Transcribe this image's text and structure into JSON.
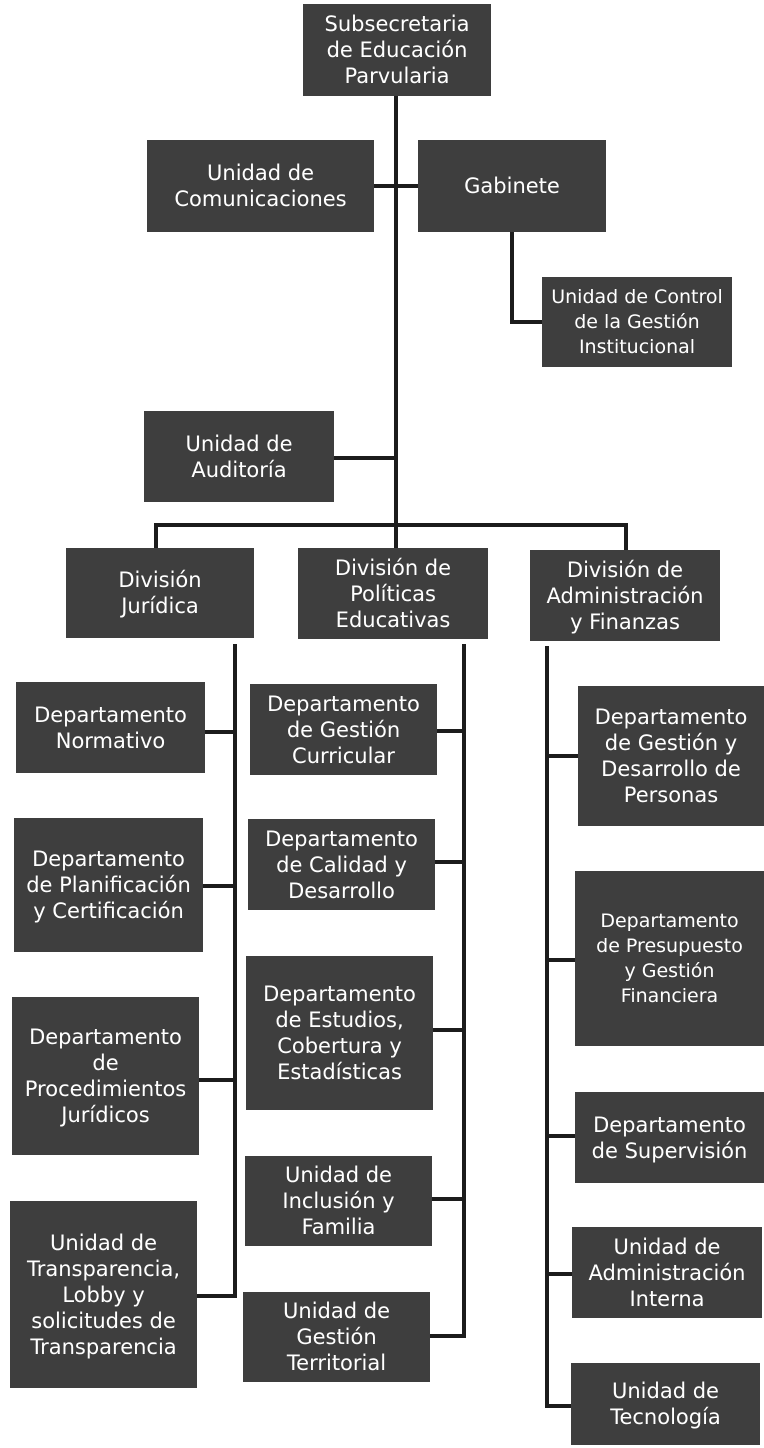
{
  "org_chart": {
    "root": "Subsecretaria\nde Educación\nParvularia",
    "staff": {
      "comunicaciones": "Unidad de\nComunicaciones",
      "gabinete": "Gabinete",
      "control_gestion": "Unidad de Control\nde la Gestión\nInstitucional",
      "auditoria": "Unidad de\nAuditoría"
    },
    "divisions": [
      {
        "name": "División\nJurídica",
        "units": [
          "Departamento\nNormativo",
          "Departamento\nde Planificación\ny Certificación",
          "Departamento\nde\nProcedimientos\nJurídicos",
          "Unidad de\nTransparencia,\nLobby y\nsolicitudes de\nTransparencia"
        ]
      },
      {
        "name": "División de\nPolíticas\nEducativas",
        "units": [
          "Departamento\nde Gestión\nCurricular",
          "Departamento\nde Calidad y\nDesarrollo",
          "Departamento\nde Estudios,\nCobertura  y\nEstadísticas",
          "Unidad de\nInclusión y\nFamilia",
          "Unidad de\nGestión\nTerritorial"
        ]
      },
      {
        "name": "División de\nAdministración\ny Finanzas",
        "units": [
          "Departamento\nde Gestión y\nDesarrollo de\nPersonas",
          "Departamento\nde Presupuesto\ny Gestión\nFinanciera",
          "Departamento\nde Supervisión",
          "Unidad de\nAdministración\nInterna",
          "Unidad de\nTecnología"
        ]
      }
    ]
  }
}
